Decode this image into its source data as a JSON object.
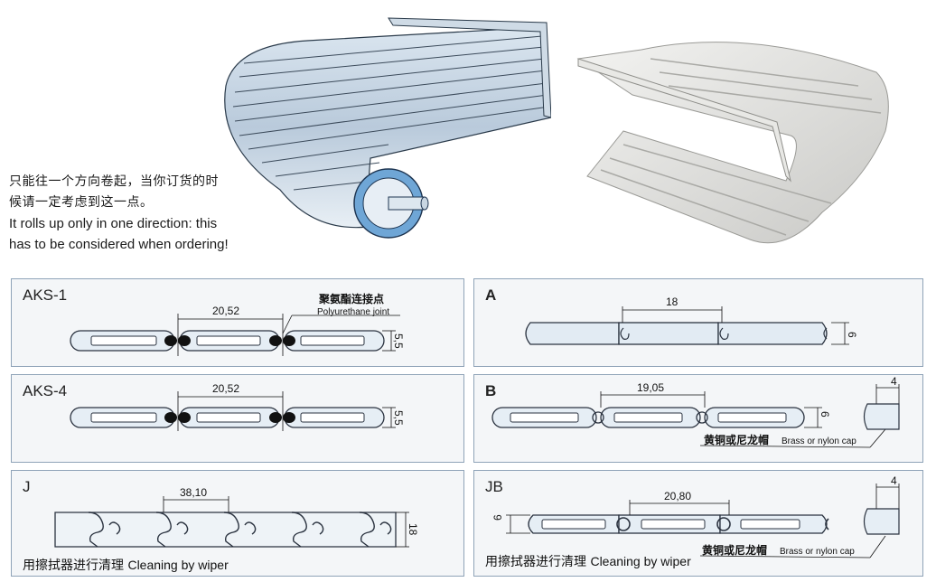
{
  "intro": {
    "zh_line1": "只能往一个方向卷起，当你订货的时",
    "zh_line2": "候请一定考虑到这一点。",
    "en_line1": "It rolls up only in one direction: this",
    "en_line2": "has to be considered when ordering!"
  },
  "panels": {
    "aks1": {
      "code": "AKS-1",
      "pitch": "20,52",
      "height": "5,5",
      "joint_zh": "聚氨酯连接点",
      "joint_en": "Polyurethane joint"
    },
    "aks4": {
      "code": "AKS-4",
      "pitch": "20,52",
      "height": "5,5"
    },
    "a": {
      "code": "A",
      "pitch": "18",
      "height": "6"
    },
    "b": {
      "code": "B",
      "pitch": "19,05",
      "height": "6",
      "cap_w": "4",
      "cap_zh": "黄铜或尼龙帽",
      "cap_en": "Brass or nylon cap"
    },
    "j": {
      "code": "J",
      "pitch": "38,10",
      "height": "18",
      "caption_zh": "用擦拭器进行清理",
      "caption_en": "Cleaning by wiper"
    },
    "jb": {
      "code": "JB",
      "pitch": "20,80",
      "height": "6",
      "cap_w": "4",
      "cap_zh": "黄铜或尼龙帽",
      "cap_en": "Brass or nylon cap",
      "caption_zh": "用擦拭器进行清理",
      "caption_en": "Cleaning by wiper"
    }
  }
}
